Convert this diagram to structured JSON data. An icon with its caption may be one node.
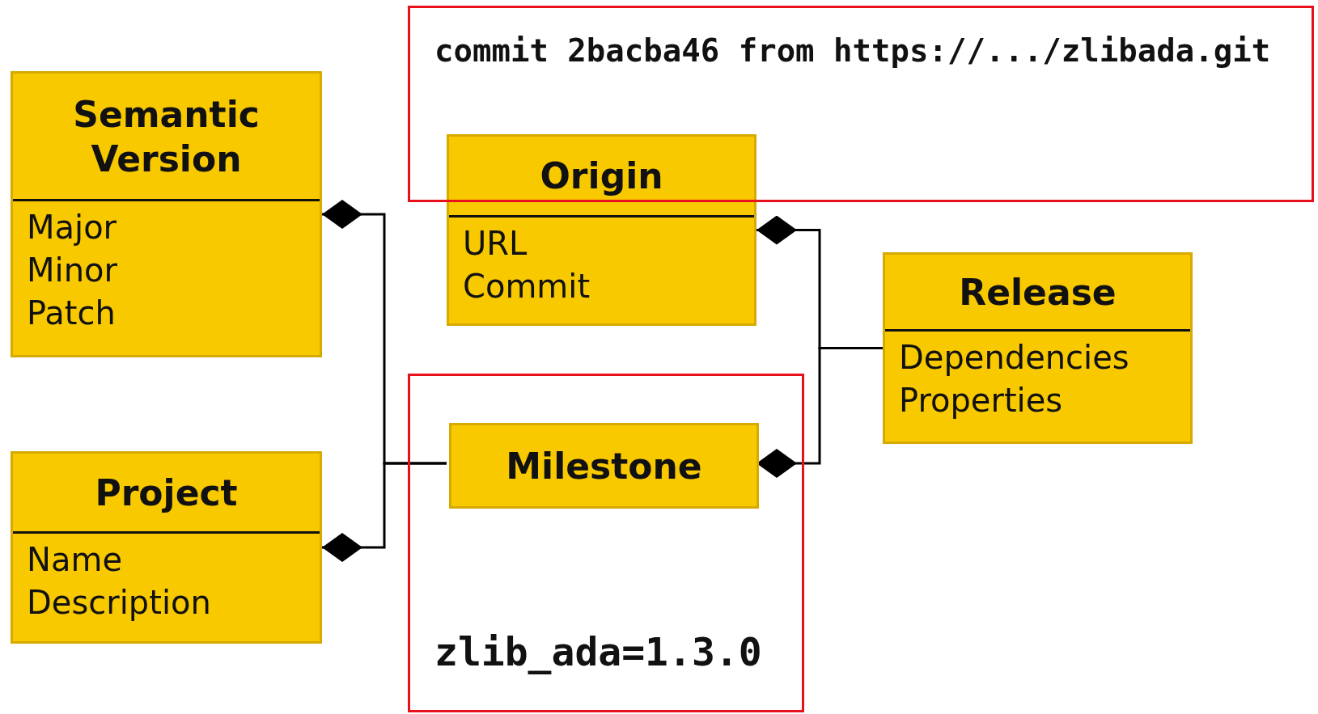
{
  "diagram": {
    "nodes": [
      {
        "text": [
          "Semantic Version",
          "Major",
          "Minor",
          "Patch"
        ]
      },
      {
        "text": [
          "commit 2bacba46 from https://.../zlibada.git"
        ]
      },
      {
        "text": [
          "Origin",
          "URL",
          "Commit"
        ]
      },
      {
        "text": [
          "Release",
          "Dependencies",
          "Properties"
        ]
      },
      {
        "text": [
          "Project",
          "Name",
          "Description"
        ]
      },
      {
        "text": [
          "zlib_ada=1.3.0"
        ]
      },
      {
        "text": [
          "Milestone"
        ],
        "in": 5
      }
    ],
    "edges": [
      {
        "from": 6,
        "to": 0,
        "arrow": "other"
      },
      {
        "from": 6,
        "to": 4,
        "arrow": "other"
      },
      {
        "from": 3,
        "to": 2,
        "arrow": "other"
      },
      {
        "from": 3,
        "to": 6,
        "arrow": "other"
      }
    ]
  }
}
